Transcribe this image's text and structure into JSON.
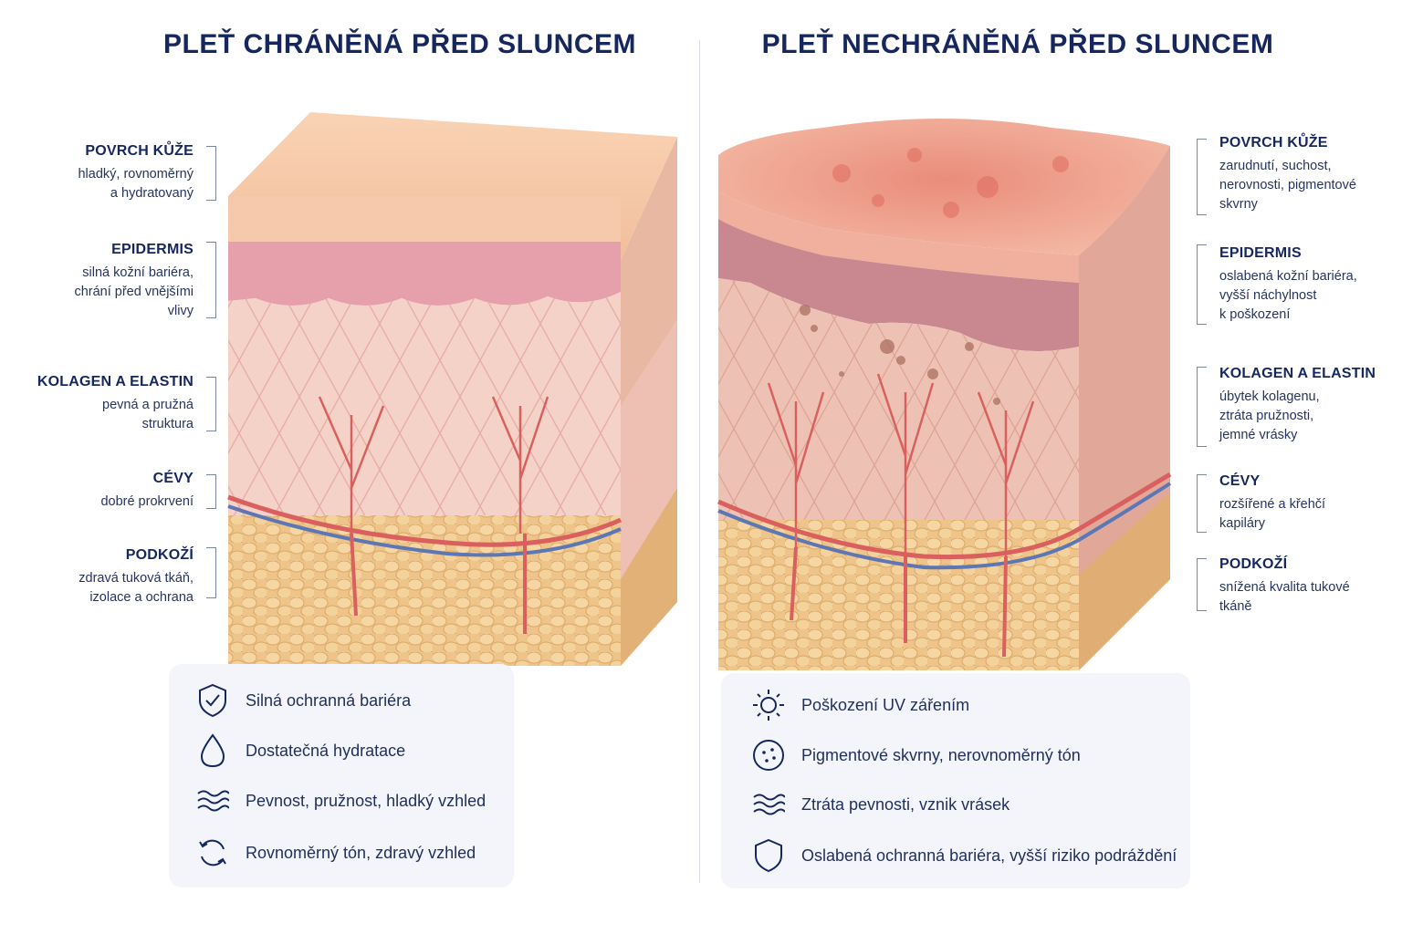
{
  "left": {
    "title": "PLEŤ CHRÁNĚNÁ PŘED SLUNCEM",
    "labels": [
      {
        "heading": "POVRCH KŮŽE",
        "lines": [
          "hladký, rovnoměrný",
          "a hydratovaný"
        ]
      },
      {
        "heading": "EPIDERMIS",
        "lines": [
          "silná kožní bariéra,",
          "chrání před vnějšími",
          "vlivy"
        ]
      },
      {
        "heading": "KOLAGEN A ELASTIN",
        "lines": [
          "pevná a pružná",
          "struktura"
        ]
      },
      {
        "heading": "CÉVY",
        "lines": [
          "dobré prokrvení"
        ]
      },
      {
        "heading": "PODKOŽÍ",
        "lines": [
          "zdravá tuková tkáň,",
          "izolace a ochrana"
        ]
      }
    ],
    "features": [
      {
        "icon": "shield-check-icon",
        "text": "Silná ochranná bariéra"
      },
      {
        "icon": "water-drop-icon",
        "text": "Dostatečná hydratace"
      },
      {
        "icon": "waves-icon",
        "text": "Pevnost, pružnost, hladký vzhled"
      },
      {
        "icon": "refresh-icon",
        "text": "Rovnoměrný tón, zdravý vzhled"
      }
    ]
  },
  "right": {
    "title": "PLEŤ NECHRÁNĚNÁ PŘED SLUNCEM",
    "labels": [
      {
        "heading": "POVRCH KŮŽE",
        "lines": [
          "zarudnutí, suchost,",
          "nerovnosti, pigmentové",
          "skvrny"
        ]
      },
      {
        "heading": "EPIDERMIS",
        "lines": [
          "oslabená kožní bariéra,",
          "vyšší náchylnost",
          "k poškození"
        ]
      },
      {
        "heading": "KOLAGEN A ELASTIN",
        "lines": [
          "úbytek kolagenu,",
          "ztráta pružnosti,",
          "jemné vrásky"
        ]
      },
      {
        "heading": "CÉVY",
        "lines": [
          "rozšířené a křehčí",
          "kapiláry"
        ]
      },
      {
        "heading": "PODKOŽÍ",
        "lines": [
          "snížená kvalita tukové",
          "tkáně"
        ]
      }
    ],
    "features": [
      {
        "icon": "sun-icon",
        "text": "Poškození UV zářením"
      },
      {
        "icon": "spots-circle-icon",
        "text": "Pigmentové skvrny, nerovnoměrný tón"
      },
      {
        "icon": "waves-icon",
        "text": "Ztráta pevnosti, vznik vrásek"
      },
      {
        "icon": "shield-icon",
        "text": "Oslabená ochranná bariéra, vyšší riziko podráždění"
      }
    ]
  },
  "colors": {
    "title": "#15275e",
    "epidermis_healthy": "#e7a2ad",
    "epidermis_damaged": "#c9868e",
    "dermis": "#f5d0c6",
    "fat": "#efc98e",
    "artery": "#d9605f",
    "vein": "#5d77b4",
    "surface_healthy": "#f6c8a8",
    "surface_damaged": "#ee9c8a"
  }
}
